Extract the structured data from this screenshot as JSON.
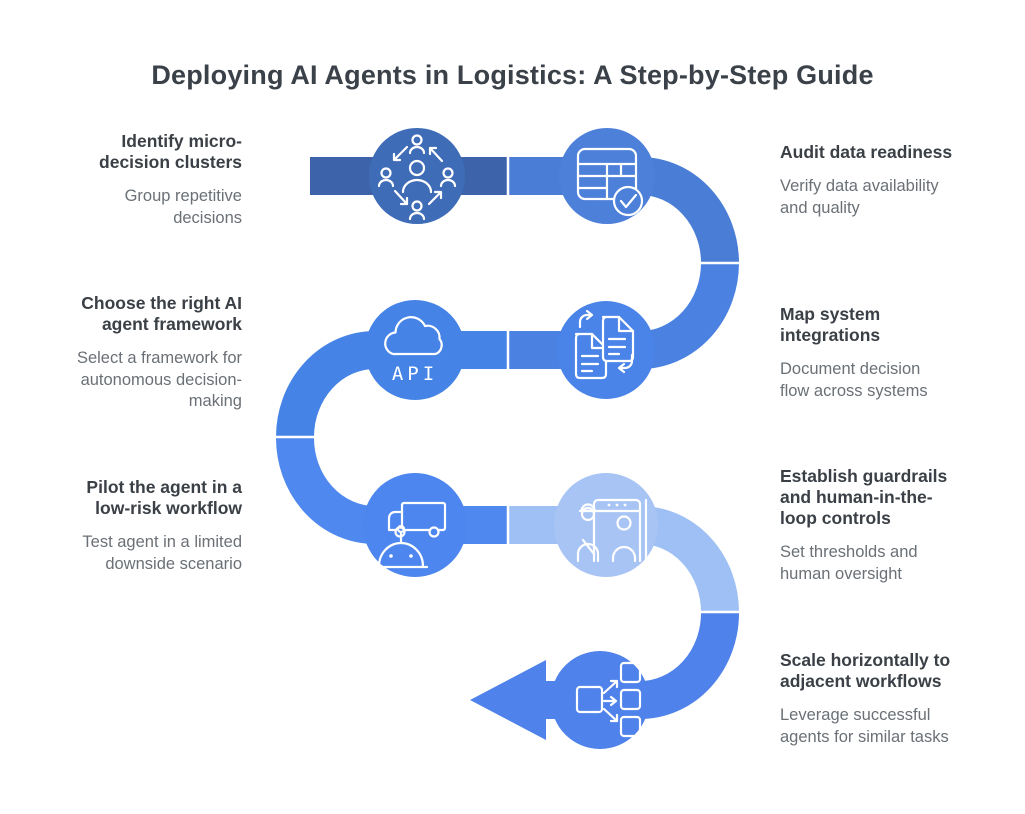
{
  "title": "Deploying AI Agents in Logistics: A Step-by-Step Guide",
  "colors": {
    "title_text": "#3b4149",
    "heading_text": "#3a4046",
    "description_text": "#6a7076",
    "seg_a": "#3d64ab",
    "seg_b": "#4a7ed6",
    "seg_c": "#4b82e2",
    "seg_d": "#4583e6",
    "seg_e": "#4f88ef",
    "seg_f": "#9fc0f5",
    "seg_g": "#4f82ea",
    "node_1": "#3f6cb7",
    "node_2": "#4c80d9",
    "node_3": "#4583e6",
    "node_4": "#4b84e8",
    "node_5": "#4c86ee",
    "node_6": "#a8c4f5",
    "node_7": "#4f82ea"
  },
  "steps": [
    {
      "side": "left",
      "heading": "Identify micro-\ndecision clusters",
      "description": "Group repetitive\ndecisions",
      "icon": "team-network-icon"
    },
    {
      "side": "right",
      "heading": "Audit data readiness",
      "description": "Verify data availability\nand quality",
      "icon": "data-table-check-icon"
    },
    {
      "side": "left",
      "heading": "Choose the right AI\nagent framework",
      "description": "Select a framework for\nautonomous decision-\nmaking",
      "icon": "api-cloud-icon",
      "icon_label": "API"
    },
    {
      "side": "right",
      "heading": "Map system\nintegrations",
      "description": "Document decision\nflow across systems",
      "icon": "document-sync-icon"
    },
    {
      "side": "left",
      "heading": "Pilot the agent in a\nlow-risk workflow",
      "description": "Test agent in a limited\ndownside scenario",
      "icon": "robot-truck-icon"
    },
    {
      "side": "right",
      "heading": "Establish guardrails\nand human-in-the-\nloop controls",
      "description": "Set thresholds and\nhuman oversight",
      "icon": "security-gate-icon"
    },
    {
      "side": "right",
      "heading": "Scale horizontally to\nadjacent workflows",
      "description": "Leverage successful\nagents for similar tasks",
      "icon": "fan-out-icon"
    }
  ]
}
